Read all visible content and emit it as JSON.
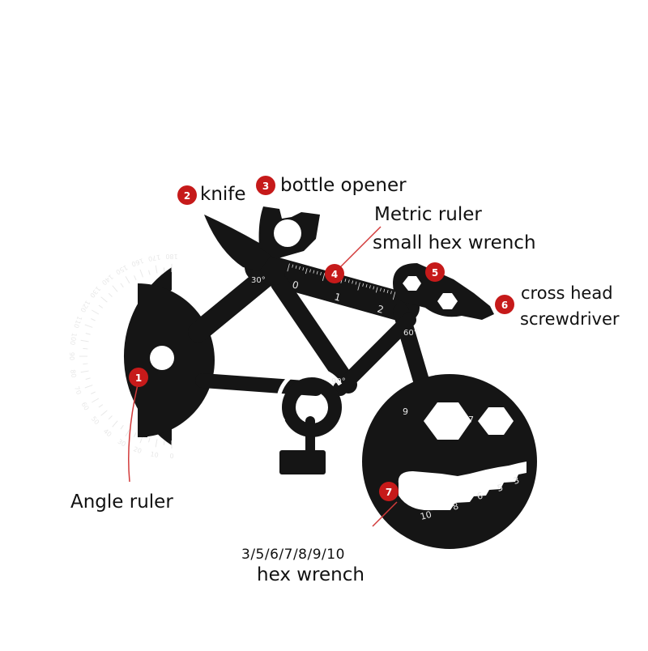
{
  "colors": {
    "tool_black": "#151515",
    "badge_red": "#c61a1a",
    "leader_red": "#d23a3a",
    "engraving": "#e8e8e8",
    "background": "#ffffff"
  },
  "callouts": [
    {
      "number": "1",
      "label": "Angle ruler"
    },
    {
      "number": "2",
      "label": "knife"
    },
    {
      "number": "3",
      "label": "bottle opener"
    },
    {
      "number": "4",
      "label_line1": "Metric ruler",
      "label_line2": "small hex wrench"
    },
    {
      "number": "5"
    },
    {
      "number": "6",
      "label_line1": "cross head",
      "label_line2": "screwdriver"
    },
    {
      "number": "7",
      "label_line1": "3/5/6/7/8/9/10",
      "label_line2": "hex wrench"
    }
  ],
  "engravings": {
    "angle_30": "30°",
    "angle_60": "60°",
    "angle_90": "90°",
    "ruler_marks": [
      "0",
      "1",
      "2"
    ],
    "hex_sizes_large": [
      "9",
      "7"
    ],
    "hex_sizes_key": [
      "10",
      "8",
      "6",
      "5",
      "3"
    ],
    "protractor_outer": [
      "0",
      "10",
      "20",
      "30",
      "40",
      "50",
      "60",
      "70",
      "80",
      "90",
      "100",
      "110",
      "120",
      "130",
      "140",
      "150",
      "160",
      "170",
      "180"
    ]
  }
}
